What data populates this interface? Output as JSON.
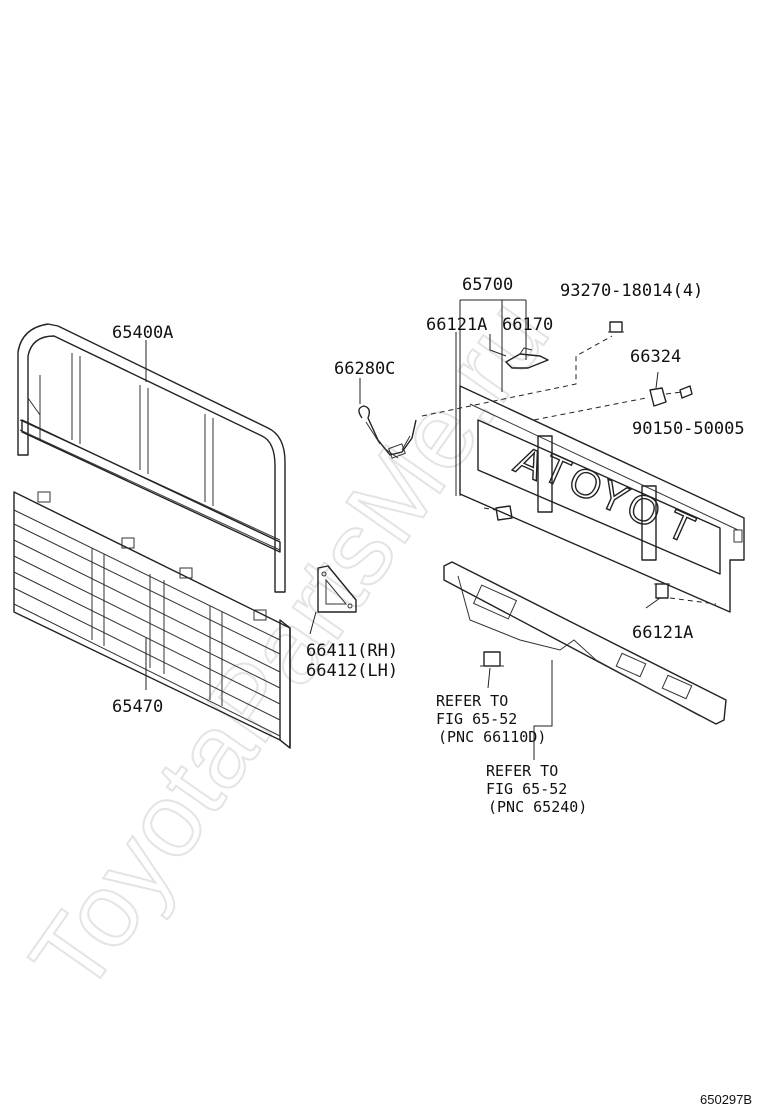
{
  "watermark": "ToyotaPartsMe.ru",
  "figure_id": "650297B",
  "tailgate_lettering": [
    "A",
    "T",
    "O",
    "Y",
    "O",
    "T"
  ],
  "callouts": {
    "header_board": "65400A",
    "side_panel": "65470",
    "bracket_rh": "66411(RH)",
    "bracket_lh": "66412(LH)",
    "tailgate_assy": "65700",
    "bolt_set": "93270-18014(4)",
    "hinge_pin_upper": "66121A",
    "latch": "66170",
    "chain": "66280C",
    "cushion": "66324",
    "screw": "90150-50005",
    "hinge_pin_lower": "66121A"
  },
  "refer_notes": [
    {
      "line1": "REFER TO",
      "line2": "FIG 65-52",
      "line3": "(PNC 66110D)"
    },
    {
      "line1": "REFER TO",
      "line2": "FIG 65-52",
      "line3": "(PNC 65240)"
    }
  ]
}
